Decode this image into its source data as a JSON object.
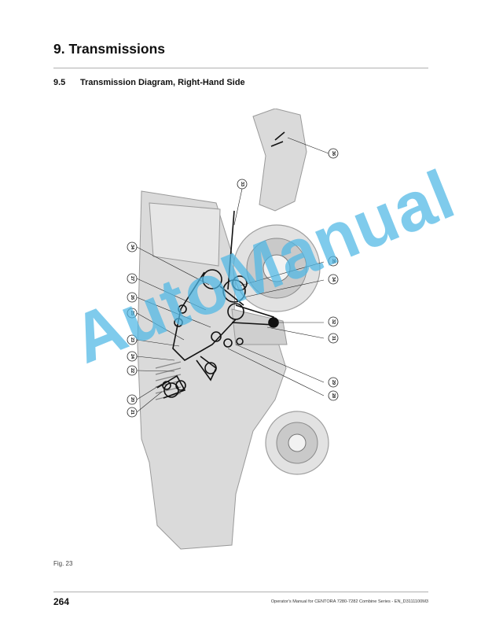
{
  "page": {
    "chapter_title": "9. Transmissions",
    "section_number": "9.5",
    "section_title": "Transmission Diagram, Right-Hand Side",
    "figure_label": "Fig. 23",
    "page_number": "264",
    "footer_text": "Operator's Manual for CENTORA 7280-7282 Combine Series - EN_D3111100M3",
    "watermark": "AutoManual"
  },
  "callouts": [
    "36",
    "33",
    "34",
    "35",
    "34",
    "27",
    "26",
    "25",
    "23",
    "24",
    "22",
    "20",
    "21",
    "32",
    "31",
    "29",
    "28"
  ],
  "colors": {
    "watermark": "#4fb8e6",
    "machine_fill": "#dadada",
    "machine_stroke": "#9a9a9a",
    "belt": "#111111"
  }
}
